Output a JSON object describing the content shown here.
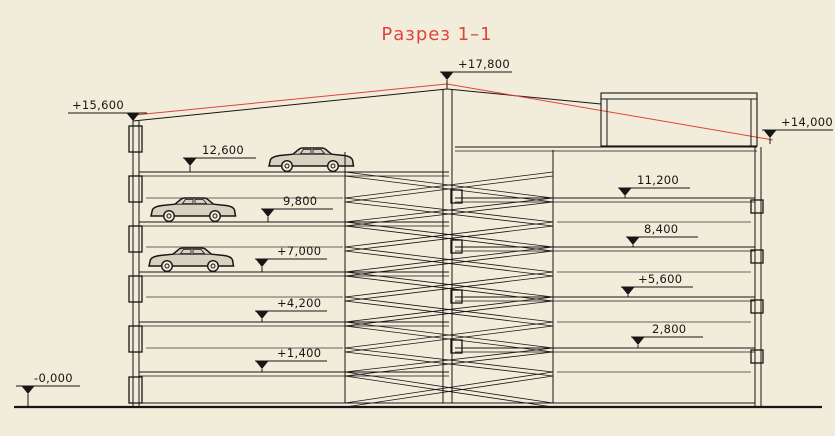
{
  "title": "Разрез 1–1",
  "colors": {
    "background": "#f2ecda",
    "line": "#161616",
    "accent_red": "#e0433c"
  },
  "drawing": {
    "type": "architectural-section",
    "description": "Cross-section of a multi-storey split-level parking garage with scissor ramps and cars",
    "elevations": {
      "peak": "+17,800",
      "left_roof": "+15,600",
      "right_roof": "+14,000",
      "l5": "12,600",
      "r5": "11,200",
      "l4": "9,800",
      "r4": "8,400",
      "l3": "+7,000",
      "r3": "+5,600",
      "l2": "+4,200",
      "r2": "2,800",
      "l1": "+1,400",
      "ground": "-0,000"
    }
  }
}
